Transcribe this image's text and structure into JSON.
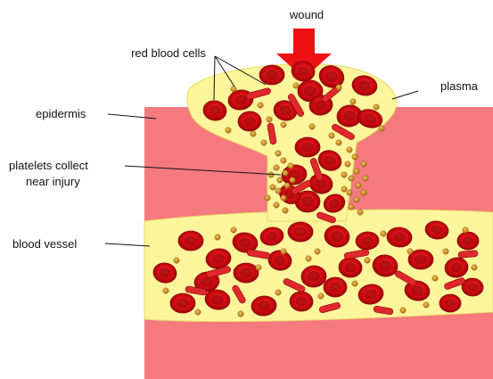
{
  "labels": {
    "wound": "wound",
    "red_blood_cells": "red blood cells",
    "plasma": "plasma",
    "epidermis": "epidermis",
    "platelets_line1": "platelets collect",
    "platelets_line2": "near injury",
    "blood_vessel": "blood vessel"
  },
  "colors": {
    "tissue": "#f47a7e",
    "plasma": "#fdf59b",
    "plasma_edge": "#e8d96a",
    "rbc": "#d40d12",
    "rbc_dark": "#9c0508",
    "rbc_light": "#ef3b3f",
    "platelet": "#d59a2a",
    "platelet_edge": "#8a5a10",
    "arrow": "#ee1111",
    "leader": "#111111"
  }
}
